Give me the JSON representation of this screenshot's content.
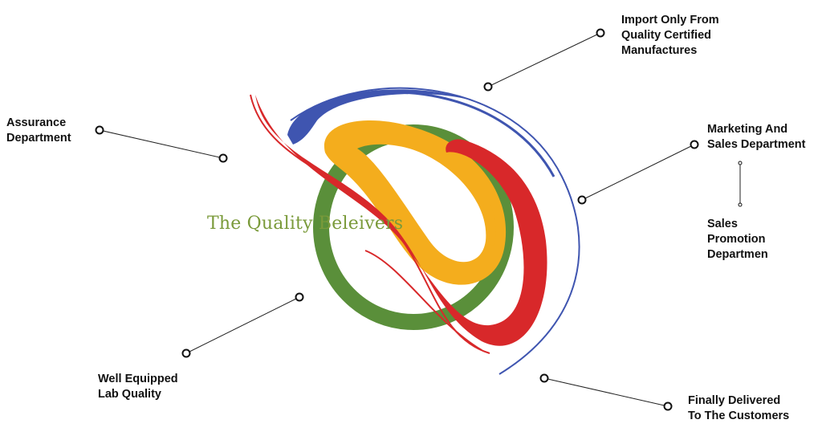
{
  "logo": {
    "text": "The Quality Beleivers",
    "colors": {
      "blue": "#3f55b0",
      "green": "#5a8f3a",
      "yellow": "#f4ad1d",
      "red": "#d8282a",
      "text": "#7a9a3a"
    }
  },
  "labels": {
    "import": {
      "line1": "Import Only From",
      "line2": "Quality Certified",
      "line3": "Manufactures"
    },
    "assurance": {
      "line1": "Assurance",
      "line2": "Department"
    },
    "marketing": {
      "line1": "Marketing And",
      "line2": "Sales Department"
    },
    "sales_promotion": {
      "line1": "Sales",
      "line2": "Promotion",
      "line3": "Departmen"
    },
    "lab": {
      "line1": "Well Equipped",
      "line2": "Lab Quality"
    },
    "delivered": {
      "line1": "Finally Delivered",
      "line2": "To The Customers"
    }
  }
}
